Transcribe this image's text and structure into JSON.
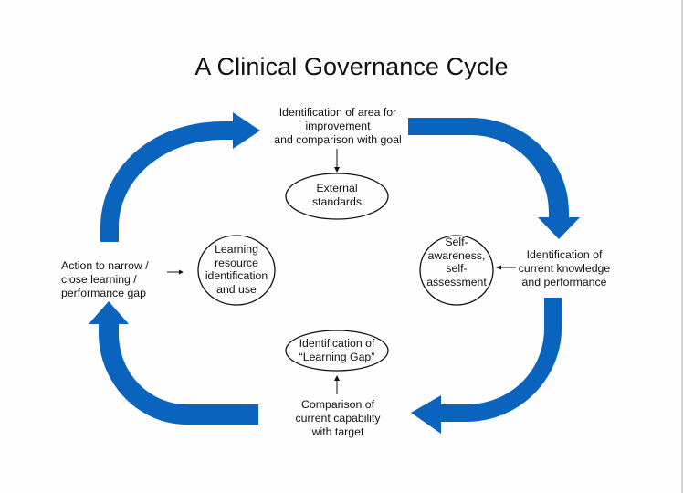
{
  "title": "A Clinical Governance Cycle",
  "colors": {
    "arrow": "#0a63bd",
    "text": "#111111",
    "background": "#fefefe"
  },
  "steps": {
    "top": "Identification of area for\nimprovement\nand comparison with goal",
    "right": "Identification of\ncurrent knowledge\nand performance",
    "bottom": "Comparison of\ncurrent capability\nwith target",
    "left": "Action to narrow /\nclose learning /\nperformance gap"
  },
  "bubbles": {
    "external_standards": "External\nstandards",
    "self_assessment": "Self-\nawareness,\nself-\nassessment",
    "learning_gap": "Identification of\n“Learning Gap”",
    "learning_resource": "Learning\nresource\nidentification\nand use"
  }
}
